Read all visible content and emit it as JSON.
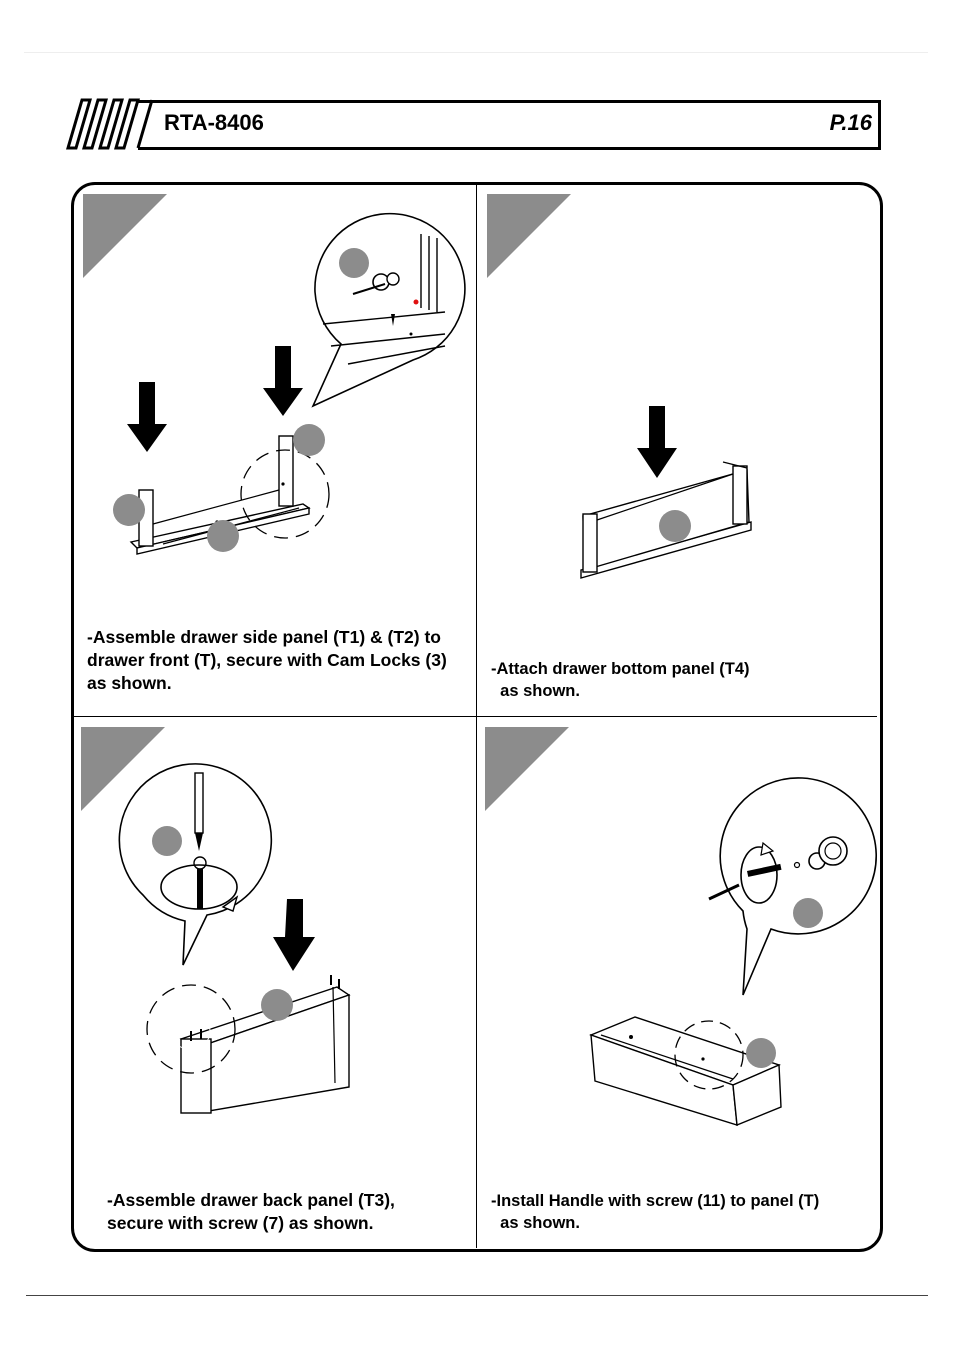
{
  "header": {
    "model": "RTA-8406",
    "page": "P.16"
  },
  "steps": [
    {
      "caption": "-Assemble drawer side panel (T1) & (T2) to\ndrawer front (T), secure with Cam Locks (3)\nas shown."
    },
    {
      "caption": "-Attach drawer bottom panel (T4)\n  as shown."
    },
    {
      "caption": "-Assemble drawer back panel (T3),\nsecure with screw (7) as shown."
    },
    {
      "caption": "-Install Handle with screw (11) to panel (T)\n  as shown."
    }
  ],
  "colors": {
    "step_marker": "#8c8c8c",
    "part_marker": "#8c8c8c",
    "highlight_dot": "#e01010"
  }
}
